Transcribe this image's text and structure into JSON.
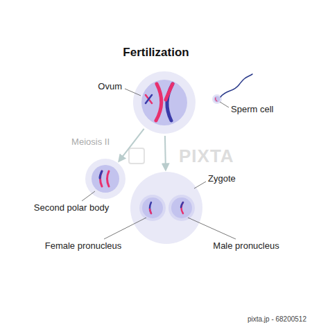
{
  "diagram": {
    "title": "Fertilization",
    "nodes": [
      {
        "text": [
          "Ovum"
        ]
      },
      {
        "text": [
          "Sperm cell"
        ]
      },
      {
        "text": [
          "Second polar body"
        ]
      },
      {
        "text": [
          "Zygote"
        ]
      },
      {
        "text": [
          "Female pronucleus"
        ],
        "in": 3
      },
      {
        "text": [
          "Male pronucleus"
        ],
        "in": 3
      }
    ],
    "edges": [
      {
        "from": 0,
        "to": 2,
        "arrow": "to",
        "label": "Meiosis II"
      },
      {
        "from": 0,
        "to": 3,
        "arrow": "to"
      }
    ],
    "labels": [
      "PIXTA",
      "pixta.jp - 68200512"
    ]
  }
}
